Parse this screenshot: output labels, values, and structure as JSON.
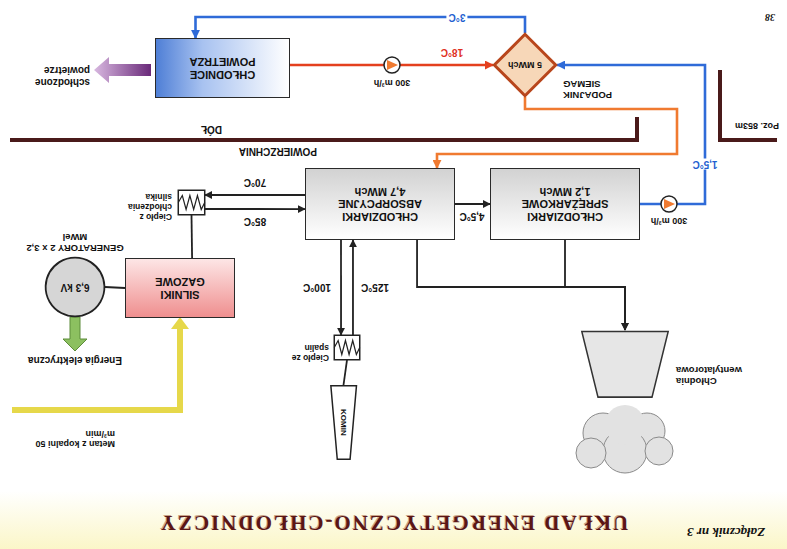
{
  "diagram": {
    "title": "UKŁAD ENERGETYCZNO-CHŁODNICZY",
    "nodes": [
      {
        "text": [
          "Chłodnia wentylatorowa"
        ]
      },
      {
        "text": [
          "KOMIN"
        ]
      },
      {
        "text": [
          "Ciepło ze spalin"
        ]
      },
      {
        "text": [
          "6,3 kV",
          "GENERATORY 2 x 3,2 MWel"
        ]
      },
      {
        "text": [
          "SILNIKI GAZOWE"
        ]
      },
      {
        "text": [
          "CHŁODZIARKI SPRĘŻARKOWE",
          "1,2 MWch"
        ]
      },
      {
        "text": [
          "CHŁODZIARKI ABSORPCYJNE",
          "4,7 MWch"
        ]
      },
      {
        "text": [
          "Ciepło z chłodzenia silnika"
        ]
      },
      {
        "text": [
          "PODAJNIK SIEMAG",
          "5 MWch"
        ]
      },
      {
        "text": [
          "CHŁODNICE POWIETRZA"
        ]
      }
    ],
    "edges": [
      {
        "from": 4,
        "to": 3,
        "arrow": "none"
      },
      {
        "from": 4,
        "to": 7,
        "arrow": "none"
      },
      {
        "from": 7,
        "to": 6,
        "label": "85°C",
        "arrow": "to"
      },
      {
        "from": 6,
        "to": 7,
        "label": "70°C",
        "arrow": "to"
      },
      {
        "from": 2,
        "to": 6,
        "label": "125°C",
        "arrow": "to"
      },
      {
        "from": 6,
        "to": 2,
        "label": "100°C",
        "arrow": "to"
      },
      {
        "from": 2,
        "to": 1,
        "arrow": "none"
      },
      {
        "from": 6,
        "to": 5,
        "label": "4,5°C",
        "arrow": "to"
      },
      {
        "from": 5,
        "to": 8,
        "label": "1,5°C",
        "arrow": "to"
      },
      {
        "from": 8,
        "to": 9,
        "label": "3°C",
        "arrow": "to"
      },
      {
        "from": 9,
        "to": 8,
        "label": "18°C",
        "arrow": "to"
      },
      {
        "from": 8,
        "to": 6,
        "arrow": "to"
      },
      {
        "from": 6,
        "to": 0,
        "arrow": "to"
      },
      {
        "from": 5,
        "to": 0,
        "arrow": "to"
      }
    ],
    "labels": [
      "Załącznik nr 3",
      "38",
      "POWIERZCHNIA",
      "DÓŁ",
      "Poz. 853m",
      "300 m³/h",
      "300 m³/h",
      "Metan z kopalni 50 m³/min",
      "Energia elektryczna",
      "schłodzone powietrze"
    ]
  }
}
